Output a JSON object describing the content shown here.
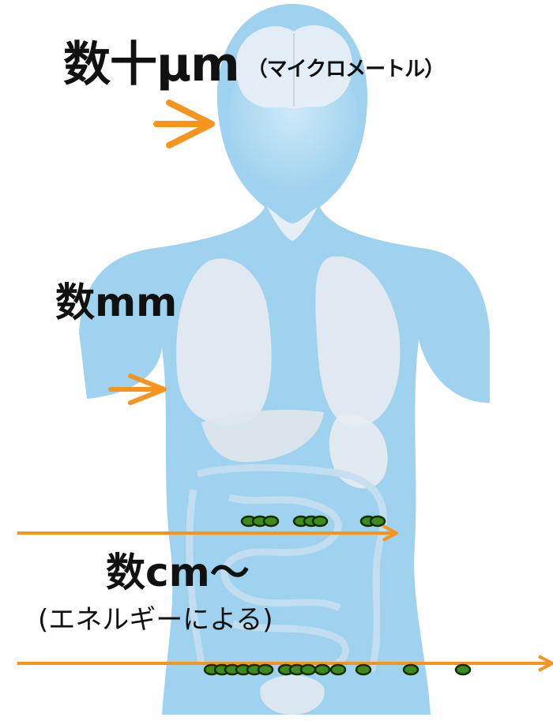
{
  "labels": {
    "micro_main": "数十μm",
    "micro_sub": "（マイクロメートル）",
    "mm": "数mm",
    "cm": "数cm～",
    "energy_note": "(エネルギーによる)"
  },
  "colors": {
    "body": "#9fd2ee",
    "organ": "#e4eaf0",
    "arrow": "#f7941d",
    "particle": "#3e8a1e",
    "text": "#111111"
  }
}
